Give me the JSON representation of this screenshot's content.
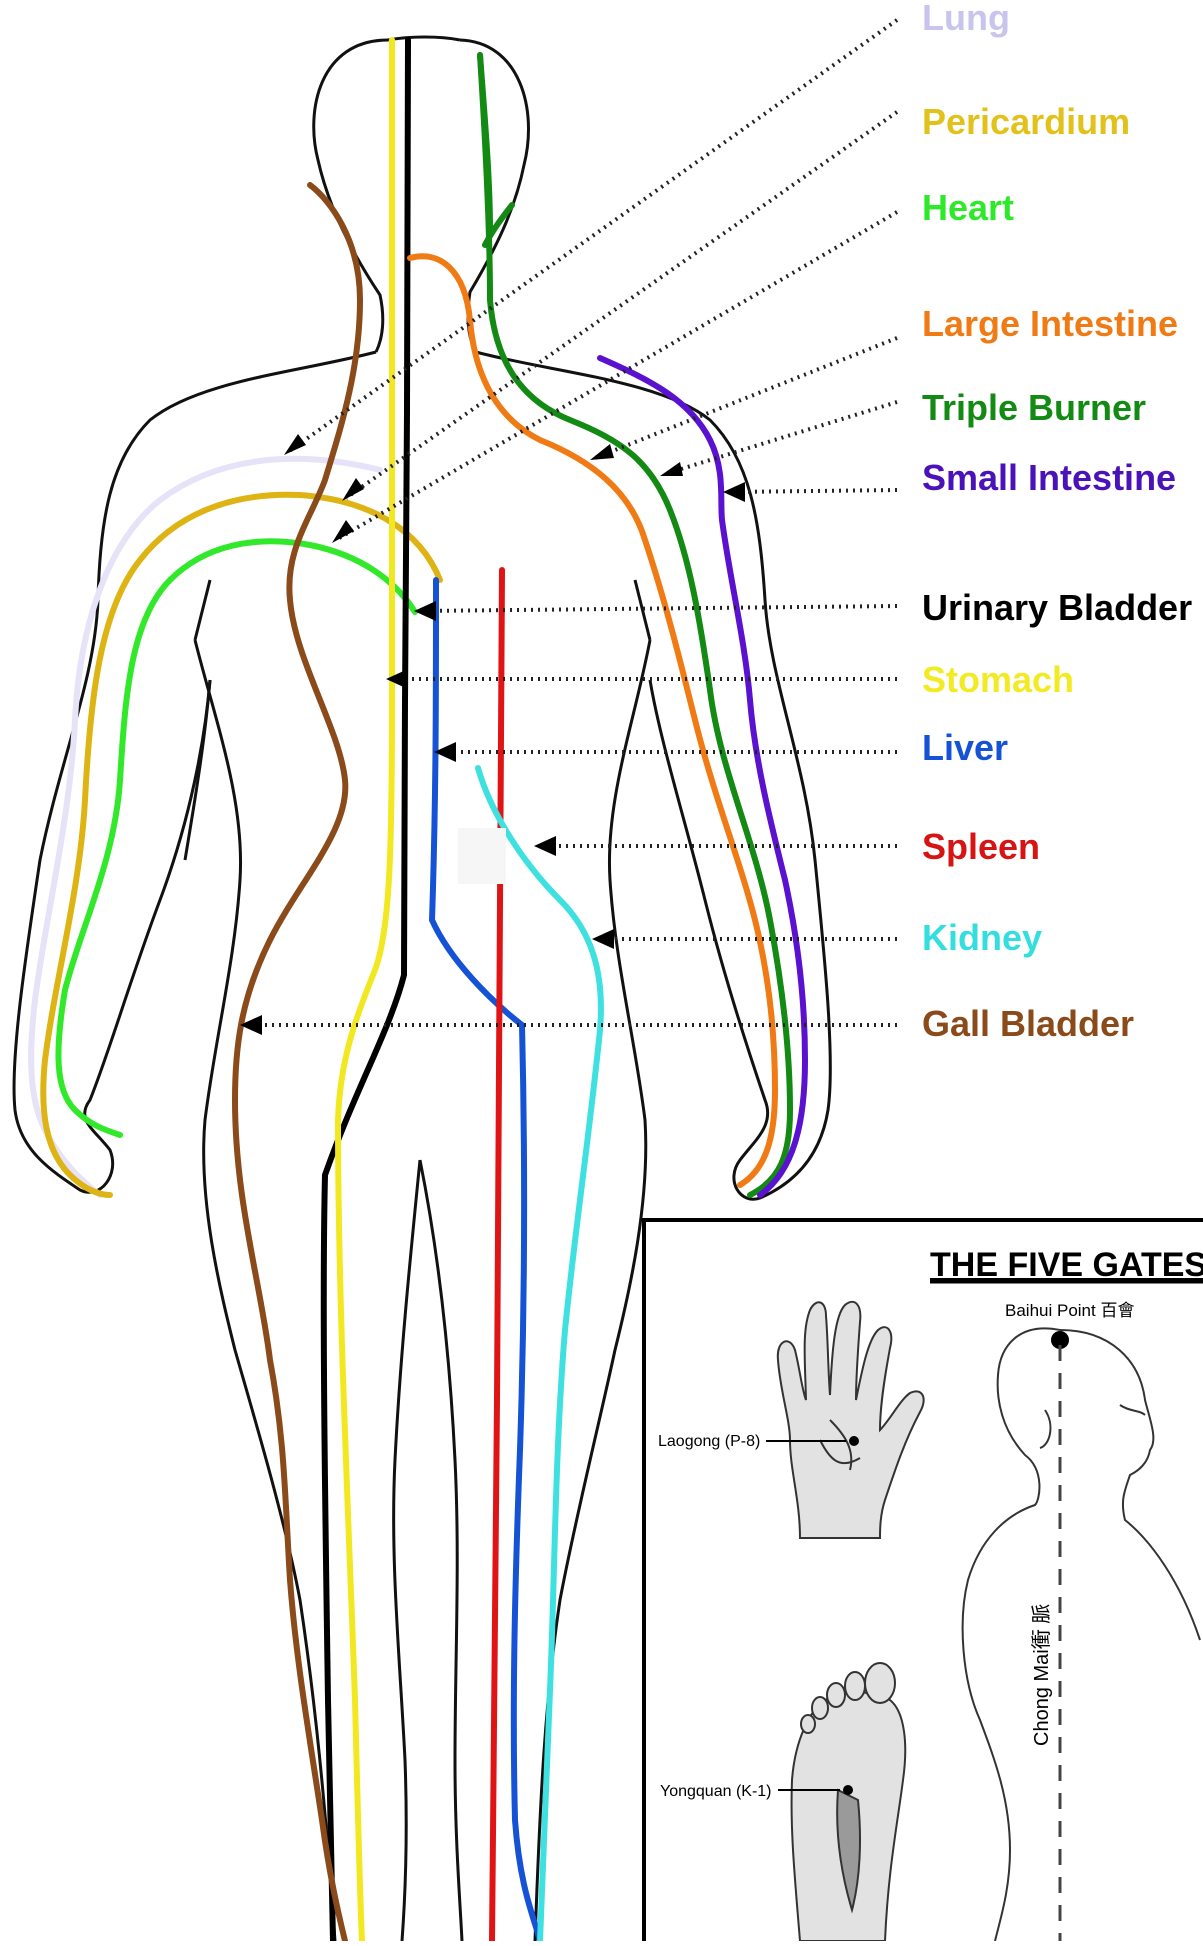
{
  "meridian_labels": [
    {
      "id": "lung",
      "text": "Lung",
      "color": "#c8c4ee"
    },
    {
      "id": "pericardium",
      "text": "Pericardium",
      "color": "#e2c21a"
    },
    {
      "id": "heart",
      "text": "Heart",
      "color": "#2ee82a"
    },
    {
      "id": "large-intestine",
      "text": "Large Intestine",
      "color": "#f07a14"
    },
    {
      "id": "triple-burner",
      "text": "Triple Burner",
      "color": "#138a13"
    },
    {
      "id": "small-intestine",
      "text": "Small Intestine",
      "color": "#4a12b8"
    },
    {
      "id": "urinary-bladder",
      "text": "Urinary Bladder",
      "color": "#000000"
    },
    {
      "id": "stomach",
      "text": "Stomach",
      "color": "#f2ea22"
    },
    {
      "id": "liver",
      "text": "Liver",
      "color": "#1552d6"
    },
    {
      "id": "spleen",
      "text": "Spleen",
      "color": "#d61414"
    },
    {
      "id": "kidney",
      "text": "Kidney",
      "color": "#34dede"
    },
    {
      "id": "gall-bladder",
      "text": "Gall Bladder",
      "color": "#8a4a1a"
    }
  ],
  "inset": {
    "title": "THE FIVE GATES",
    "baihui": "Baihui Point 百會",
    "laogong": "Laogong (P-8)",
    "yongquan": "Yongquan (K-1)",
    "chong_mai": "Chong Mai衝 脈"
  }
}
